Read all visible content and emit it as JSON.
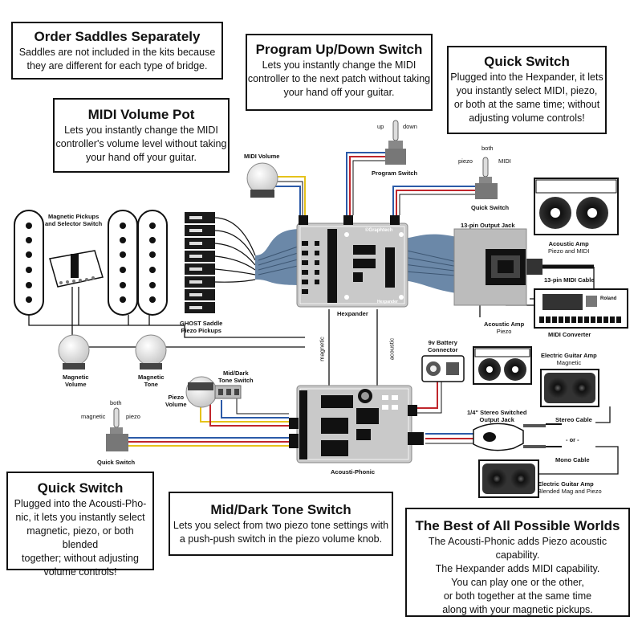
{
  "boxes": {
    "order_saddles": {
      "title": "Order Saddles Separately",
      "lines": [
        "Saddles are not included in the kits because",
        "they are different for each type of bridge."
      ]
    },
    "program_switch": {
      "title": "Program Up/Down Switch",
      "lines": [
        "Lets you instantly change the MIDI",
        "controller to the next patch without taking",
        "your hand off your guitar."
      ]
    },
    "quick_switch_top": {
      "title": "Quick Switch",
      "lines": [
        "Plugged into the Hexpander, it lets",
        "you instantly select MIDI, piezo,",
        "or both at the same time; without",
        "adjusting volume controls!"
      ]
    },
    "midi_volume_pot": {
      "title": "MIDI Volume Pot",
      "lines": [
        "Lets you instantly change the MIDI",
        "controller's volume level without taking",
        "your hand off your guitar."
      ]
    },
    "quick_switch_bottom": {
      "title": "Quick Switch",
      "lines": [
        "Plugged into the Acousti-Pho-",
        "nic, it lets you instantly select",
        "magnetic, piezo, or both blended",
        "together; without adjusting",
        "volume controls!"
      ]
    },
    "mid_dark_tone": {
      "title": "Mid/Dark Tone Switch",
      "lines": [
        "Lets you select from two piezo tone settings with",
        "a push-push switch in the piezo volume knob."
      ]
    },
    "best_of_worlds": {
      "title": "The Best of All Possible Worlds",
      "lines": [
        "The Acousti-Phonic adds Piezo acoustic capability.",
        "The Hexpander adds MIDI capability.",
        "You can play one or the other,",
        "or both together at the same time",
        "along with your magnetic pickups."
      ]
    }
  },
  "labels": {
    "midi_volume": "MIDI Volume",
    "up": "up",
    "down": "down",
    "program_switch": "Program Switch",
    "both_top": "both",
    "piezo_top": "piezo",
    "midi_top": "MIDI",
    "quick_switch_top": "Quick Switch",
    "magnetic_pickups": [
      "Magnetic Pickups",
      "and Selector Switch"
    ],
    "ghost_saddle": [
      "GHOST Saddle",
      "Piezo Pickups"
    ],
    "hexpander": "Hexpander",
    "graphtech": "©Graphtech",
    "hexpander_board": "Hexpander",
    "output_jack_13pin": "13-pin Output Jack",
    "acoustic_amp_top": [
      "Acoustic Amp",
      "Piezo and MIDI"
    ],
    "midi_cable": "13-pin MIDI Cable",
    "midi_converter": "MIDI Converter",
    "midi_converter_brand": "Roland",
    "magnetic_volume": [
      "Magnetic",
      "Volume"
    ],
    "magnetic_tone": [
      "Magnetic",
      "Tone"
    ],
    "mid_dark_switch": [
      "Mid/Dark",
      "Tone Switch"
    ],
    "piezo_volume": [
      "Piezo",
      "Volume"
    ],
    "magnetic_wire": "magnetic",
    "acoustic_wire": "acoustic",
    "battery": [
      "9v Battery",
      "Connector"
    ],
    "acoustic_amp_mid": [
      "Acoustic Amp",
      "Piezo"
    ],
    "electric_amp_top": [
      "Electric Guitar Amp",
      "Magnetic"
    ],
    "stereo_jack": [
      "1/4\" Stereo Switched",
      "Output Jack"
    ],
    "stereo_cable": "Stereo Cable",
    "or": "- or -",
    "mono_cable": "Mono Cable",
    "electric_amp_bottom": [
      "Electric Guitar Amp",
      "Blended Mag and Piezo"
    ],
    "acousti_phonic": "Acousti-Phonic",
    "both_bottom": "both",
    "magnetic_bottom": "magnetic",
    "piezo_bottom": "piezo",
    "quick_switch_bottom": "Quick Switch"
  },
  "colors": {
    "ribbon": "#6b88a8",
    "board": "#c9c9c9",
    "wire_blue": "#2b5aa8",
    "wire_red": "#c0262c",
    "wire_yellow": "#e5c21b",
    "wire_white": "#ffffff"
  }
}
